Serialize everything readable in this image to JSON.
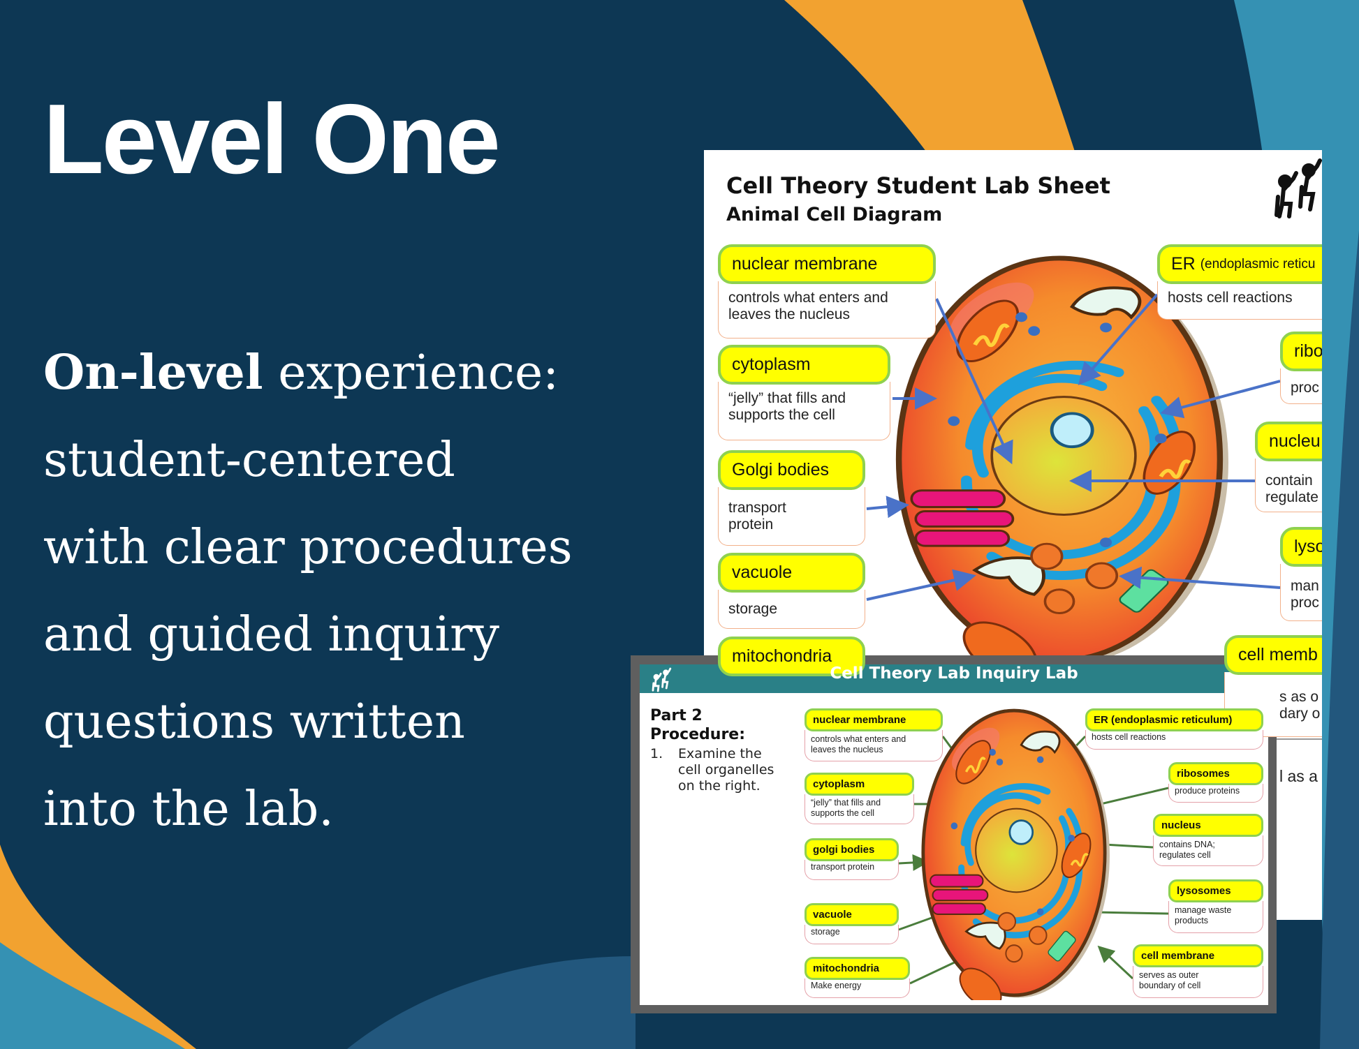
{
  "slide": {
    "title": "Level One",
    "body_bold": "On-level",
    "body_lines": [
      " experience:",
      "student-centered",
      "with clear procedures",
      "and guided inquiry",
      "questions written",
      "into the lab."
    ]
  },
  "colors": {
    "navy": "#0d3754",
    "orange": "#f2a230",
    "light_blue": "#3591b3",
    "mid_blue": "#22577d",
    "label_yellow": "#ffff00",
    "label_green": "#8fd14f",
    "header_teal": "#2a8087"
  },
  "sheet1": {
    "title": "Cell Theory Student Lab Sheet",
    "subtitle": "Animal Cell Diagram",
    "icon": "students-raising-hands-icon",
    "labels": {
      "nuclear_membrane": {
        "name": "nuclear membrane",
        "desc": [
          "controls what enters and",
          "leaves the nucleus"
        ]
      },
      "cytoplasm": {
        "name": "cytoplasm",
        "desc": [
          "“jelly” that fills and",
          "supports the cell"
        ]
      },
      "golgi": {
        "name": "Golgi bodies",
        "desc": [
          "transport",
          "protein"
        ]
      },
      "vacuole": {
        "name": "vacuole",
        "desc": [
          "storage"
        ]
      },
      "mitochondria": {
        "name": "mitochondria"
      },
      "er": {
        "name": "ER",
        "name_small": "(endoplasmic reticu",
        "desc": [
          "hosts cell reactions"
        ]
      },
      "ribosomes": {
        "name": "ribo",
        "desc": [
          "proc"
        ]
      },
      "nucleus": {
        "name": "nucleu",
        "desc": [
          "contain",
          "regulate"
        ]
      },
      "lysosomes": {
        "name": "lyso",
        "desc": [
          "man",
          "proc"
        ]
      },
      "cell_membrane": {
        "name": "cell memb",
        "desc": [
          "s as o",
          "dary o"
        ]
      }
    },
    "fragment": "l as a"
  },
  "sheet2": {
    "header": "Cell Theory Lab Inquiry Lab",
    "icon": "students-raising-hands-icon",
    "part": "Part 2",
    "procedure": "Procedure:",
    "step_num": "1.",
    "step_lines": [
      "Examine the",
      "cell organelles",
      "on the right."
    ],
    "labels": {
      "nuclear_membrane": {
        "name": "nuclear membrane",
        "desc": [
          "controls what enters and",
          "leaves the nucleus"
        ]
      },
      "cytoplasm": {
        "name": "cytoplasm",
        "desc": [
          "“jelly” that fills and",
          "supports the cell"
        ]
      },
      "golgi": {
        "name": "golgi bodies",
        "desc": [
          "transport protein"
        ]
      },
      "vacuole": {
        "name": "vacuole",
        "desc": [
          "storage"
        ]
      },
      "mitochondria": {
        "name": "mitochondria",
        "desc": [
          "Make energy"
        ]
      },
      "er": {
        "name": "ER (endoplasmic reticulum)",
        "desc": [
          "hosts cell reactions"
        ]
      },
      "ribosomes": {
        "name": "ribosomes",
        "desc": [
          "produce proteins"
        ]
      },
      "nucleus": {
        "name": "nucleus",
        "desc": [
          "contains DNA;",
          "regulates cell"
        ]
      },
      "lysosomes": {
        "name": "lysosomes",
        "desc": [
          "manage waste",
          "products"
        ]
      },
      "cell_membrane": {
        "name": "cell membrane",
        "desc": [
          "serves as outer",
          "boundary of cell"
        ]
      }
    }
  }
}
